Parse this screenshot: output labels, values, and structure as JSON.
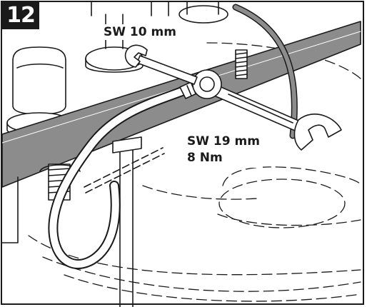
{
  "step": {
    "number": "12"
  },
  "callouts": {
    "small_nut": {
      "size": "SW 10 mm"
    },
    "large_nut": {
      "size": "SW 19 mm",
      "torque": "8 Nm"
    }
  },
  "colors": {
    "line": "#1a1a1a",
    "fill_grey": "#8c8c8c",
    "background": "#ffffff"
  },
  "icons": [
    "open-end-wrench",
    "open-end-wrench",
    "hose-connection",
    "tap-handle",
    "mixer-valve"
  ]
}
